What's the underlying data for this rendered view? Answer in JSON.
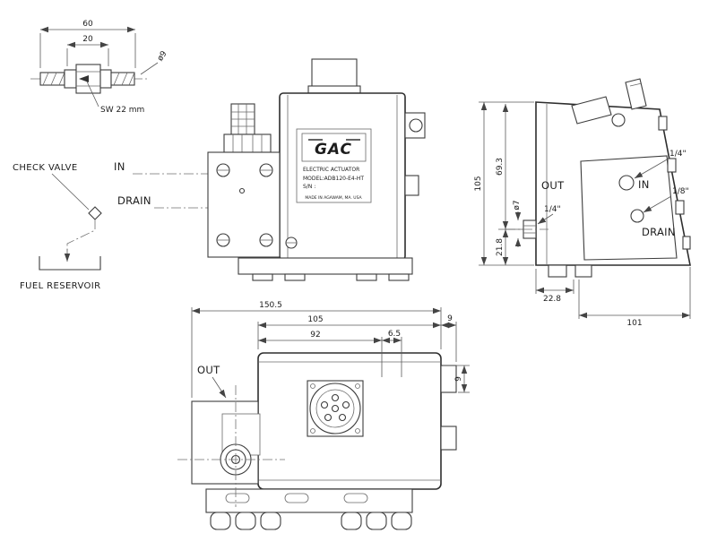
{
  "drawing": {
    "check_valve": {
      "dim_width": "60",
      "dim_inner": "20",
      "dim_dia": "ø9",
      "wrench_label": "SW 22 mm",
      "label": "CHECK VALVE",
      "in_label": "IN",
      "drain_label": "DRAIN",
      "reservoir_label": "FUEL RESERVOIR"
    },
    "front_view": {
      "plate": {
        "brand": "GAC",
        "line1": "ELECTRIC ACTUATOR",
        "line2": "MODEL:ADB120-E4-HT",
        "line3": "S/N :",
        "line4": "MADE IN AGAWAM, MA. USA"
      }
    },
    "side_view": {
      "dim_height": "105",
      "dim_top_to_out": "69.3",
      "dim_out_to_bottom": "21.8",
      "dim_foot": "22.8",
      "dim_depth": "101",
      "dim_out_port": "ø7",
      "out_label": "OUT",
      "out_size": "1/4\"",
      "in_label": "IN",
      "in_size": "1/4\"",
      "drain_label": "DRAIN",
      "drain_size": "1/8\""
    },
    "top_view": {
      "dim_total_width": "150.5",
      "dim_body_width": "105",
      "dim_tab_width": "9",
      "dim_connector_offset": "92",
      "dim_65": "6.5",
      "dim_tab_height": "9",
      "out_label": "OUT"
    }
  }
}
